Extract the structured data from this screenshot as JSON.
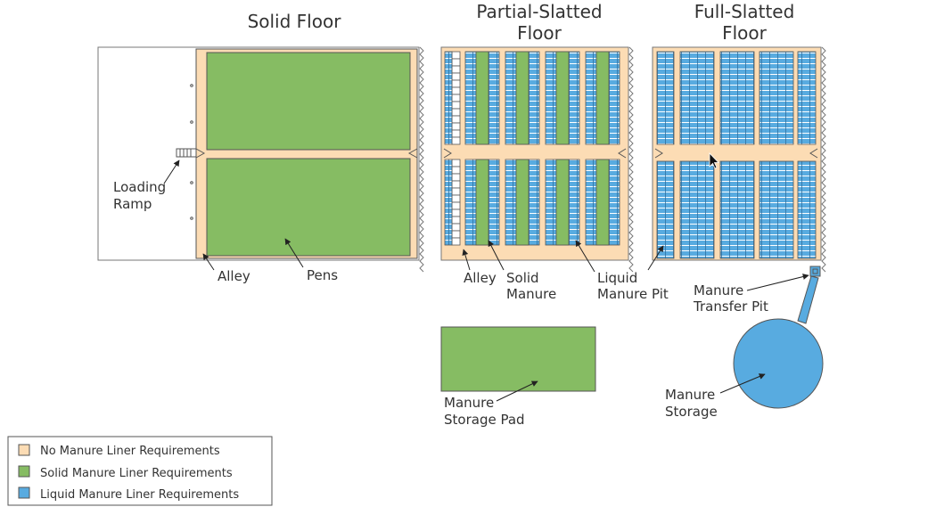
{
  "colors": {
    "no_liner": "#fcdcb4",
    "solid": "#86bc63",
    "liquid": "#58abe0",
    "outline": "#555555",
    "text": "#333333"
  },
  "diagram": {
    "solid_floor": {
      "title": "Solid Floor",
      "loading_ramp": [
        "Loading",
        "Ramp"
      ],
      "alley": "Alley",
      "pens": "Pens"
    },
    "partial_slatted": {
      "title": [
        "Partial-Slatted",
        "Floor"
      ],
      "alley": "Alley",
      "solid_manure": [
        "Solid",
        "Manure"
      ],
      "liquid_manure_pit": [
        "Liquid",
        "Manure Pit"
      ]
    },
    "full_slatted": {
      "title": [
        "Full-Slatted",
        "Floor"
      ],
      "transfer_pit": [
        "Manure",
        "Transfer Pit"
      ]
    },
    "storage_pad": [
      "Manure",
      "Storage Pad"
    ],
    "manure_storage": [
      "Manure",
      "Storage"
    ]
  },
  "legend": [
    {
      "label": "No Manure Liner Requirements",
      "color": "#fcdcb4"
    },
    {
      "label": "Solid Manure Liner Requirements",
      "color": "#86bc63"
    },
    {
      "label": "Liquid Manure Liner Requirements",
      "color": "#58abe0"
    }
  ]
}
